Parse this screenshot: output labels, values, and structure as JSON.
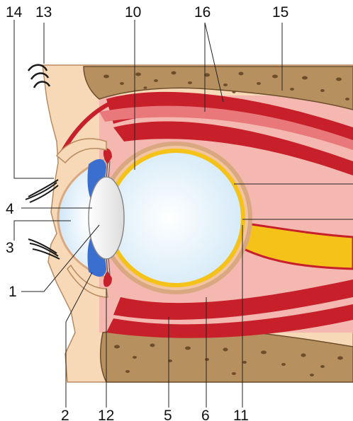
{
  "labels": {
    "n1": "1",
    "n2": "2",
    "n3": "3",
    "n4": "4",
    "n5": "5",
    "n6": "6",
    "n10": "10",
    "n11": "11",
    "n12": "12",
    "n13": "13",
    "n14": "14",
    "n15": "15",
    "n16": "16"
  },
  "colors": {
    "skin": "#f7d9b8",
    "skin_outline": "#b88a60",
    "bone": "#b79060",
    "bone_dark": "#6e4e2a",
    "muscle": "#c8202a",
    "muscle_light": "#e8787a",
    "orbit_fat": "#f4b8b0",
    "sclera": "#d9a880",
    "retina": "#f5c21a",
    "vitreous": "#eaf4fb",
    "iris": "#3a6fd0",
    "lens": "#f2f2f2",
    "lashes": "#1a1a1a"
  }
}
